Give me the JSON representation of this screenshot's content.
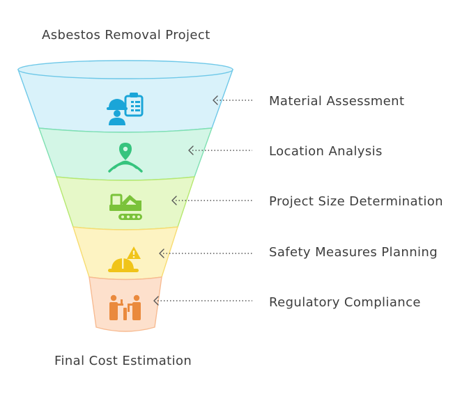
{
  "title": "Asbestos Removal Project",
  "footer": "Final Cost Estimation",
  "stages": [
    {
      "label": "Material Assessment",
      "icon": "worker-clipboard-icon",
      "fill": "#d9f2fa",
      "stroke": "#6ec8e8",
      "icon_color": "#1aa5d8"
    },
    {
      "label": "Location Analysis",
      "icon": "location-signal-icon",
      "fill": "#d3f6e6",
      "stroke": "#7fe0b2",
      "icon_color": "#36c47e"
    },
    {
      "label": "Project Size Determination",
      "icon": "excavator-icon",
      "fill": "#e6f8c8",
      "stroke": "#b6e870",
      "icon_color": "#7ac23a"
    },
    {
      "label": "Safety Measures Planning",
      "icon": "hardhat-warning-icon",
      "fill": "#fdf3c2",
      "stroke": "#f7dc72",
      "icon_color": "#f0c419"
    },
    {
      "label": "Regulatory Compliance",
      "icon": "people-compliance-icon",
      "fill": "#fde0cc",
      "stroke": "#f7bb92",
      "icon_color": "#ea8a3d"
    }
  ]
}
